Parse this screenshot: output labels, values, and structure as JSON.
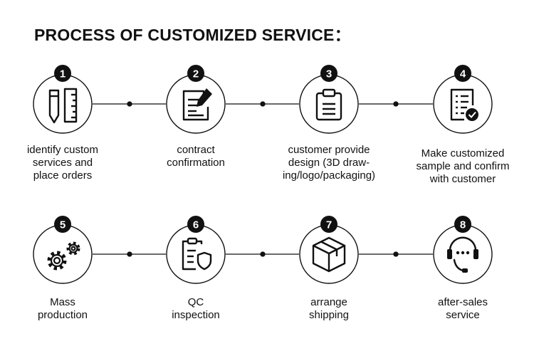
{
  "title": "PROCESS OF CUSTOMIZED SERVICE：",
  "steps": [
    {
      "number": "1",
      "icon": "pencil-ruler-icon",
      "label": "identify custom\nservices and\nplace orders"
    },
    {
      "number": "2",
      "icon": "contract-sign-icon",
      "label": "contract\nconfirmation"
    },
    {
      "number": "3",
      "icon": "clipboard-icon",
      "label": "customer provide\ndesign (3D draw-\ning/logo/packaging)"
    },
    {
      "number": "4",
      "icon": "checklist-approved-icon",
      "label": "Make customized\nsample and confirm\nwith customer"
    },
    {
      "number": "5",
      "icon": "gears-icon",
      "label": "Mass\nproduction"
    },
    {
      "number": "6",
      "icon": "clipboard-shield-icon",
      "label": "QC\ninspection"
    },
    {
      "number": "7",
      "icon": "package-box-icon",
      "label": "arrange\nshipping"
    },
    {
      "number": "8",
      "icon": "headset-chat-icon",
      "label": "after-sales\nservice"
    }
  ]
}
